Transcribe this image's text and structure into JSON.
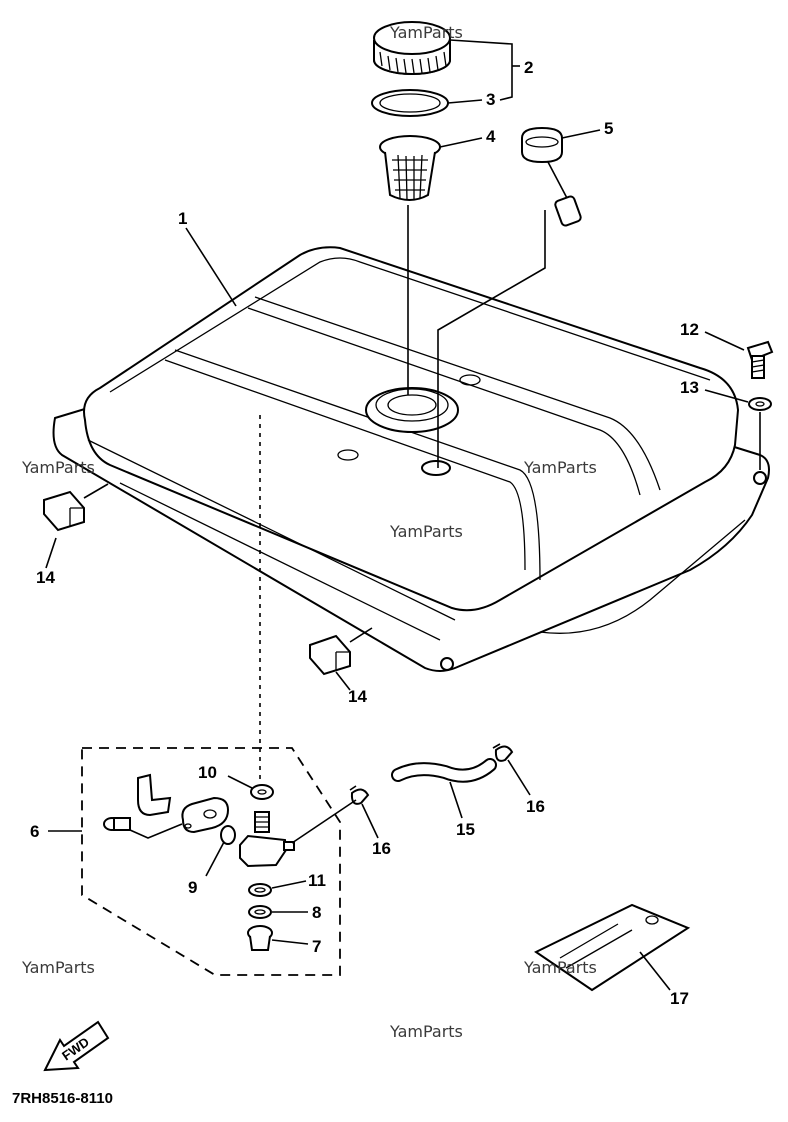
{
  "part_code": "7RH8516-8110",
  "fwd_label": "FWD",
  "watermark": "YamParts",
  "callouts": {
    "c1": "1",
    "c2": "2",
    "c3": "3",
    "c4": "4",
    "c5": "5",
    "c6": "6",
    "c7": "7",
    "c8": "8",
    "c9": "9",
    "c10": "10",
    "c11": "11",
    "c12": "12",
    "c13": "13",
    "c14a": "14",
    "c14b": "14",
    "c15": "15",
    "c16a": "16",
    "c16b": "16",
    "c17": "17"
  }
}
